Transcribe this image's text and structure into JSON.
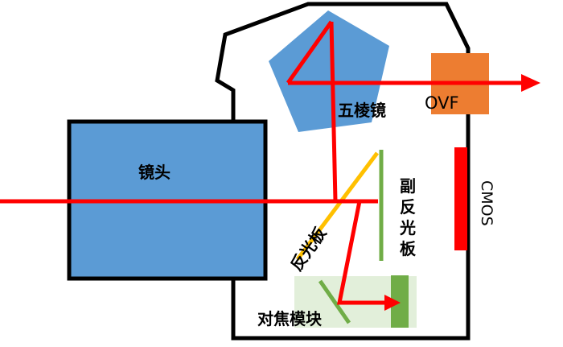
{
  "labels": {
    "lens": "镜头",
    "pentaprism": "五棱镜",
    "ovf": "OVF",
    "cmos": "CMOS",
    "main_mirror": "反光板",
    "sub_mirror": "副反光板",
    "af_module": "对焦模块"
  },
  "colors": {
    "lens": "#5b9bd5",
    "prism": "#5b9bd5",
    "ovf": "#ed7d31",
    "cmos": "#ff0000",
    "ray": "#ff0000",
    "main_mirror": "#ffc000",
    "sub_mirror": "#70ad47",
    "af_module_bg": "#e2efda",
    "af_sensor": "#70ad47",
    "body_outline": "#000000"
  }
}
